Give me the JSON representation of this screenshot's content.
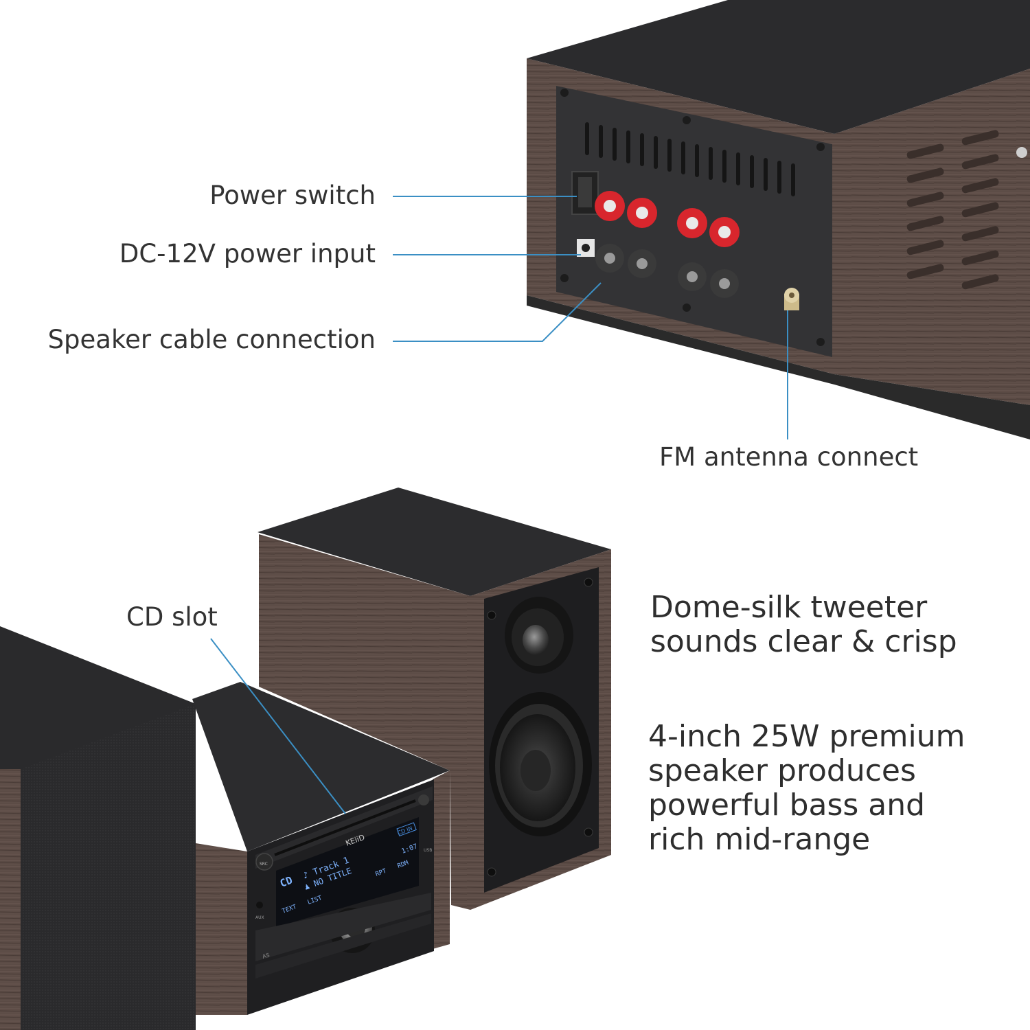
{
  "callouts": {
    "power_switch": "Power switch",
    "dc_input": "DC-12V power input",
    "speaker_cable": "Speaker cable connection",
    "fm_antenna": "FM antenna connect",
    "cd_slot": "CD slot"
  },
  "features": {
    "tweeter_line1": "Dome-silk tweeter",
    "tweeter_line2": "sounds clear & crisp",
    "woofer_line1": "4-inch 25W premium",
    "woofer_line2": "speaker produces",
    "woofer_line3": "powerful bass and",
    "woofer_line4": "rich mid-range"
  },
  "device_display": {
    "brand": "KEiiD",
    "badge": "CD IN",
    "source": "CD",
    "track": "♪ Track 1",
    "title": "♟ NO TITLE",
    "time": "1:07",
    "rpt": "RPT",
    "rdm": "RDM",
    "text": "TEXT",
    "list": "LIST",
    "src": "SRC",
    "aux": "AUX",
    "usb": "USB",
    "as": "AS"
  },
  "colors": {
    "wood": "#5a4a44",
    "panel": "#2f2f31",
    "accent_line": "#3b8fc4",
    "terminal_red": "#d8262d",
    "terminal_black": "#3a3a3a"
  }
}
